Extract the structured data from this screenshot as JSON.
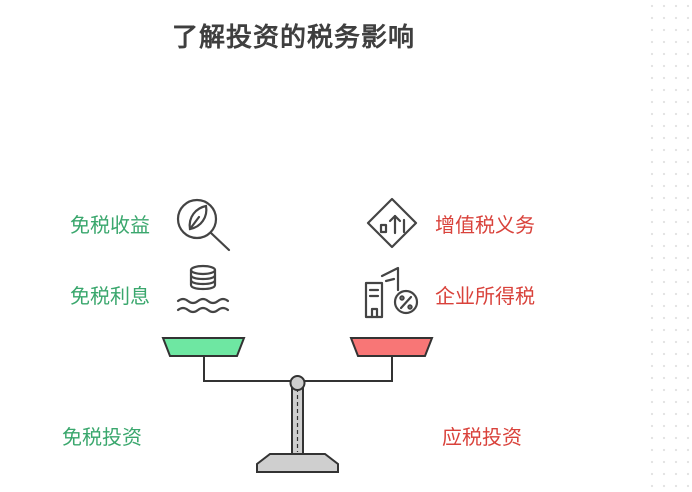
{
  "title": "了解投资的税务影响",
  "left": {
    "items": [
      "免税收益",
      "免税利息"
    ],
    "caption": "免税投资",
    "color": "#6ee7a2"
  },
  "right": {
    "items": [
      "增值税义务",
      "企业所得税"
    ],
    "caption": "应税投资",
    "color": "#f87676"
  },
  "icons": {
    "left": [
      "leaf-magnifier-icon",
      "coin-stack-icon"
    ],
    "right": [
      "value-up-diamond-icon",
      "tax-building-icon"
    ]
  }
}
